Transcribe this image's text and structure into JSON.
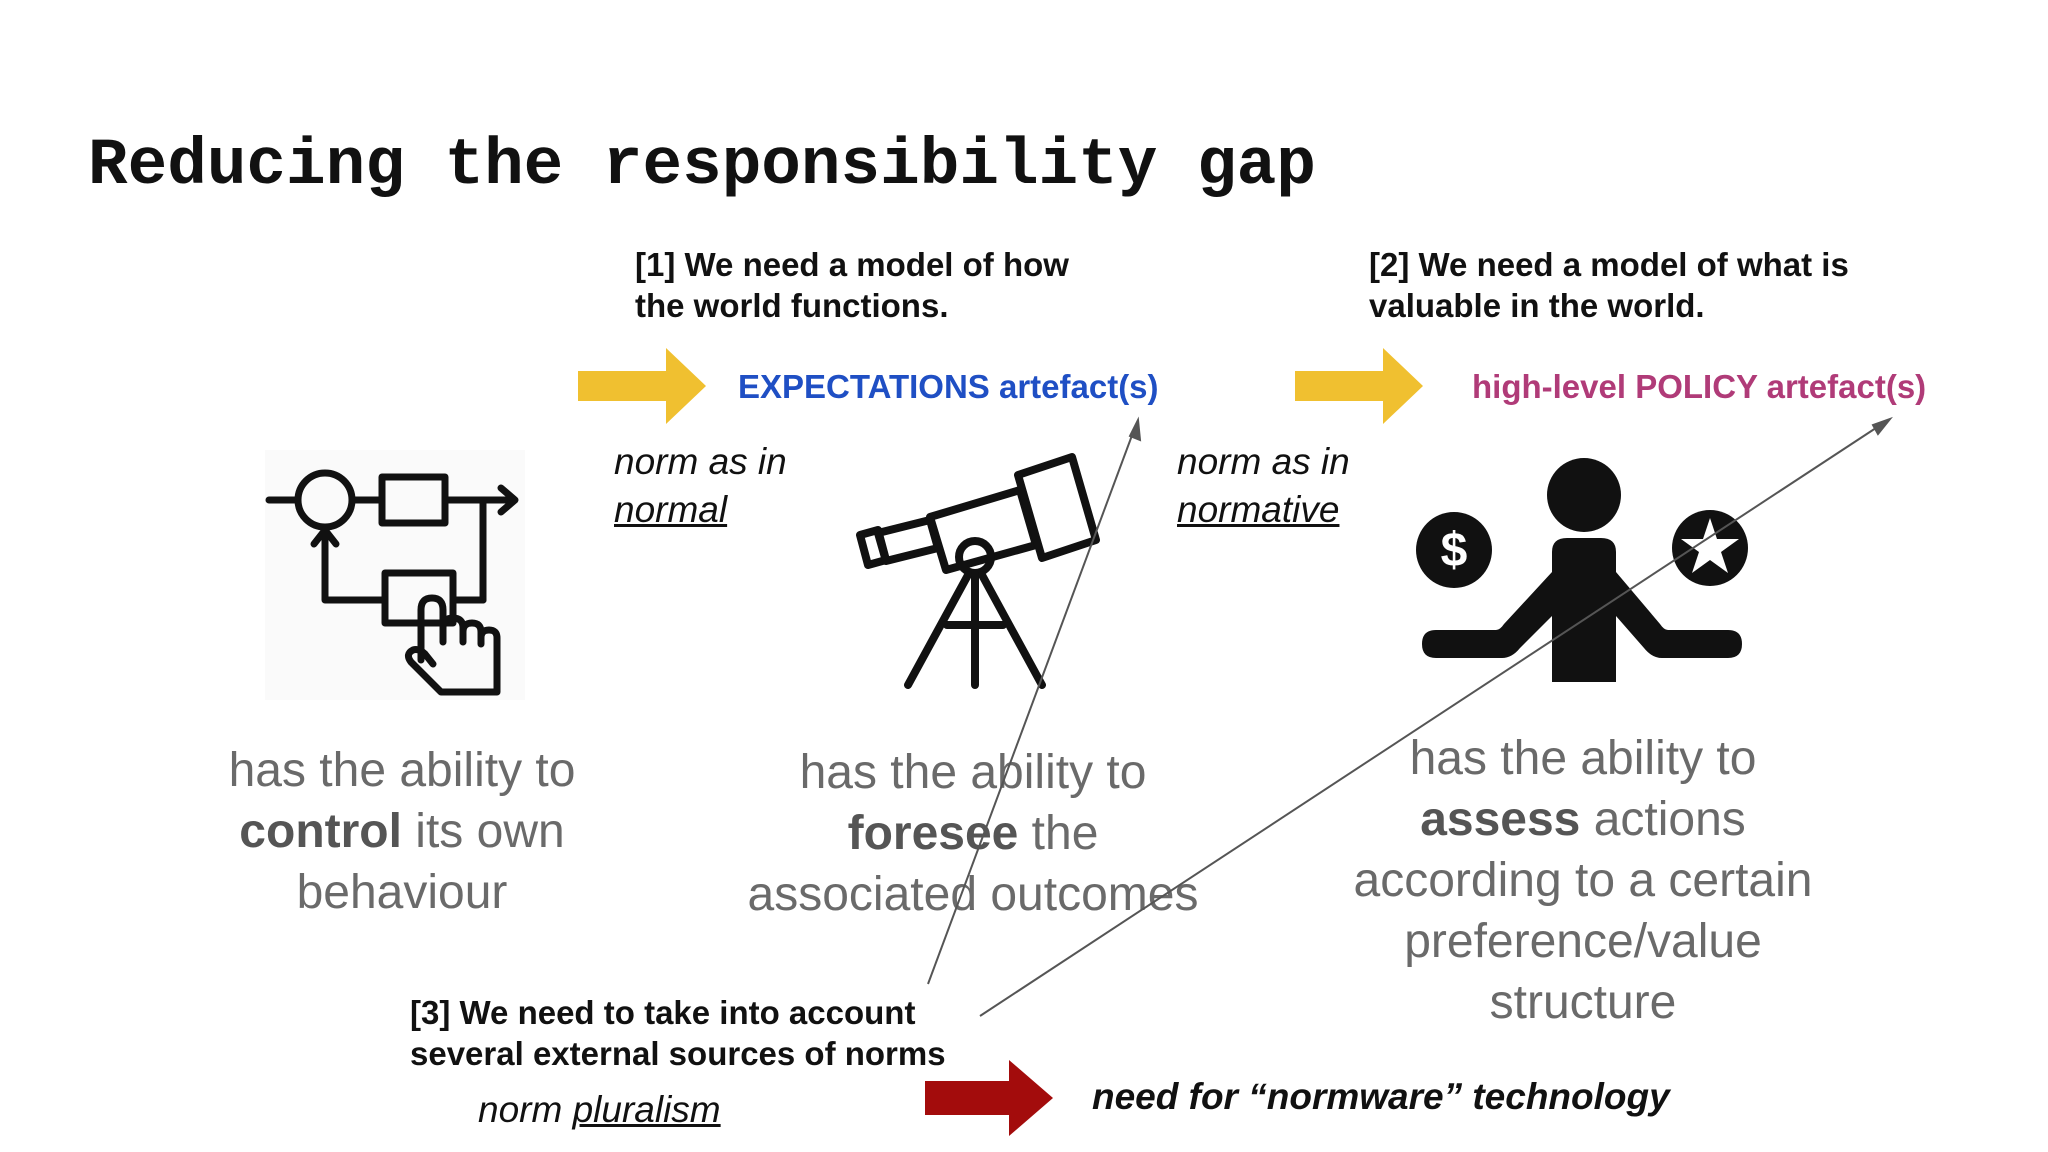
{
  "title": "Reducing the responsibility gap",
  "needs": {
    "n1": {
      "line1": "[1] We need a model of how",
      "line2": "the world functions."
    },
    "n2": {
      "line1": "[2] We need a model of what is",
      "line2": "valuable in the world."
    },
    "n3": {
      "line1": "[3] We need to take into account",
      "line2": "several external sources of norms"
    }
  },
  "artefacts": {
    "expectations": {
      "label": "EXPECTATIONS artefact(s)",
      "color": "#1f4fc4"
    },
    "policy": {
      "label": "high-level POLICY artefact(s)",
      "color": "#b03b78"
    }
  },
  "norms": {
    "normal": {
      "prefix": "norm as in",
      "word": "normal"
    },
    "normative": {
      "prefix": "norm as in",
      "word": "normative"
    },
    "pluralism": {
      "prefix": "norm ",
      "word": "pluralism"
    }
  },
  "abilities": {
    "control": {
      "line1": "has the ability to",
      "bold": "control",
      "rest": " its own",
      "line3": "behaviour"
    },
    "foresee": {
      "line1": "has the ability to",
      "bold": "foresee",
      "rest": " the",
      "line3": "associated outcomes"
    },
    "assess": {
      "line1": "has the ability to",
      "bold": "assess",
      "rest": " actions",
      "line3": "according to a certain",
      "line4": "preference/value",
      "line5": "structure"
    }
  },
  "normware": "need for “normware” technology",
  "icons": {
    "control": "control-loop-hand-icon",
    "foresee": "telescope-icon",
    "assess": "person-weighing-money-and-values-icon"
  },
  "colors": {
    "yellow_arrow": "#f0c030",
    "red_arrow": "#a30c0c",
    "icon": "#111111",
    "ability_text": "#6a6a6a"
  }
}
